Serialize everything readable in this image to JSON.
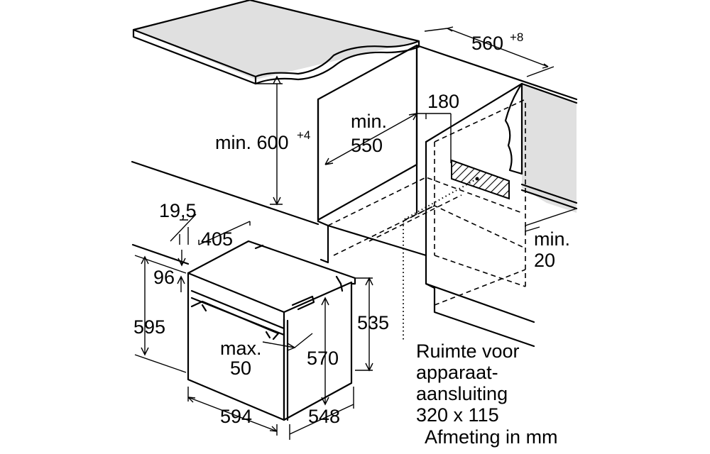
{
  "labels": {
    "width_top": "560",
    "width_top_tol": "+8",
    "min_600": "min. 600",
    "min_600_tol": "+4",
    "min_550_a": "min.",
    "min_550_b": "550",
    "d180": "180",
    "d19_5": "19,5",
    "d405": "405",
    "d96": "96",
    "d595": "595",
    "d535": "535",
    "max50_a": "max.",
    "max50_b": "50",
    "d570": "570",
    "d594": "594",
    "d548": "548",
    "min20_a": "min.",
    "min20_b": "20",
    "note_1": "Ruimte voor",
    "note_2": "apparaat-",
    "note_3": "aansluiting",
    "note_4": "320 x 115",
    "unit_note": "Afmeting in mm"
  },
  "colors": {
    "countertop": "#e0e0e0",
    "hatch": "#000000",
    "line": "#000000"
  }
}
